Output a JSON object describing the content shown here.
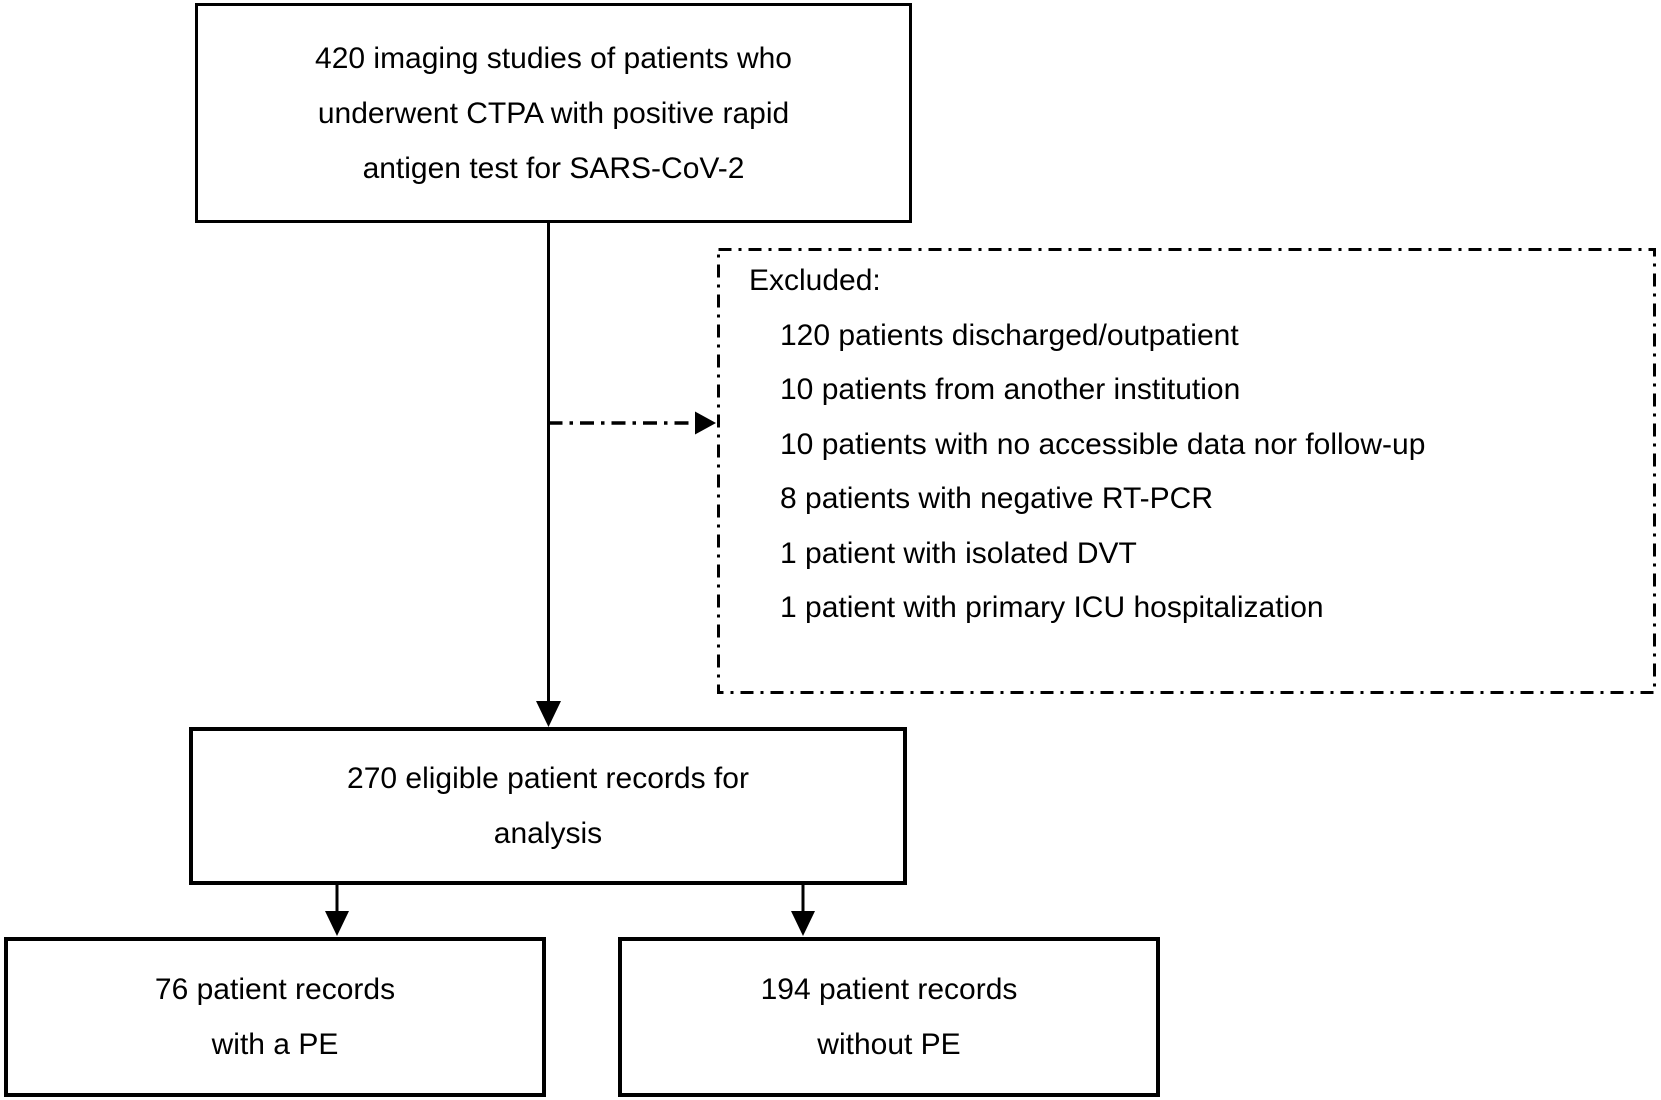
{
  "diagram": {
    "top_box": {
      "lines": [
        "420 imaging studies of patients who",
        "underwent CTPA with positive rapid",
        "antigen test for SARS-CoV-2"
      ]
    },
    "excluded_box": {
      "title": "Excluded:",
      "items": [
        "120 patients discharged/outpatient",
        "10 patients from another institution",
        "10 patients with no accessible data nor follow-up",
        "8 patients with negative RT-PCR",
        "1 patient with isolated DVT",
        "1 patient with primary ICU hospitalization"
      ]
    },
    "middle_box": {
      "lines": [
        "270 eligible patient records for",
        "analysis"
      ]
    },
    "left_box": {
      "lines": [
        "76 patient records",
        "with a PE"
      ]
    },
    "right_box": {
      "lines": [
        "194 patient records",
        "without PE"
      ]
    },
    "colors": {
      "line": "#000000",
      "text": "#000000",
      "background": "#ffffff"
    }
  }
}
